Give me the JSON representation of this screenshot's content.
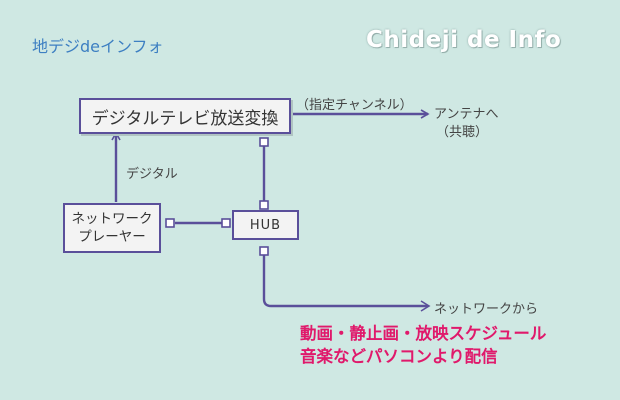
{
  "header": {
    "title_jp": "地デジdeインフォ",
    "title_en": "Chideji de Info"
  },
  "nodes": {
    "tv_converter": "デジタルテレビ放送変換",
    "network_player": "ネットワークプレーヤー",
    "hub": "HUB"
  },
  "labels": {
    "channel": "（指定チャンネル）",
    "antenna": "アンテナへ",
    "antenna_sub": "（共聴）",
    "digital": "デジタル",
    "from_network": "ネットワークから"
  },
  "caption": {
    "line1": "動画・静止画・放映スケジュール",
    "line2": "音楽などパソコンより配信"
  },
  "colors": {
    "background": "#cfe8e3",
    "line": "#5a4f9a",
    "accent": "#e0196b",
    "header_text": "#3d7fc2"
  }
}
